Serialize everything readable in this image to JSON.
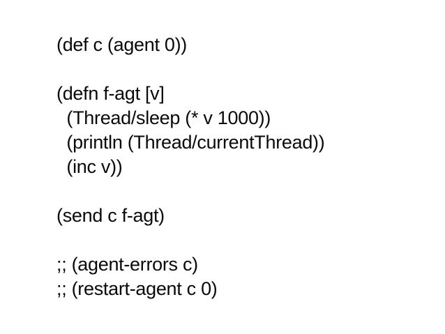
{
  "slide": {
    "background_color": "#ffffff",
    "text_color": "#0a0a0a",
    "language": "clojure",
    "code": {
      "lines": [
        {
          "text": "(def c (agent 0))"
        },
        {
          "text": ""
        },
        {
          "text": "(defn f-agt [v]"
        },
        {
          "text": "  (Thread/sleep (* v 1000))"
        },
        {
          "text": "  (println (Thread/currentThread))"
        },
        {
          "text": "  (inc v))"
        },
        {
          "text": ""
        },
        {
          "text": "(send c f-agt)"
        },
        {
          "text": ""
        },
        {
          "text": ";; (agent-errors c)"
        },
        {
          "text": ";; (restart-agent c 0)"
        }
      ]
    }
  }
}
